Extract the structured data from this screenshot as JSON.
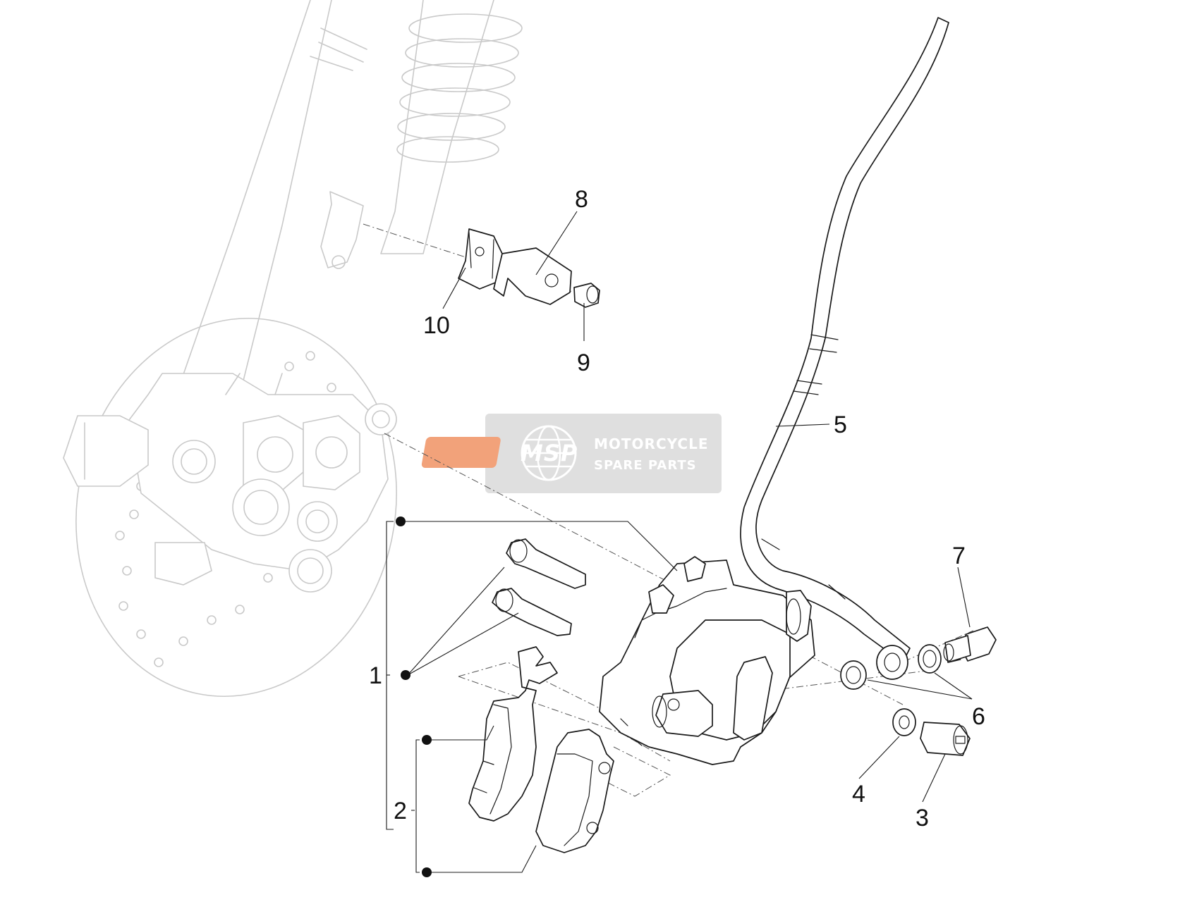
{
  "diagram": {
    "callouts": [
      {
        "id": "1",
        "label": "1"
      },
      {
        "id": "2",
        "label": "2"
      },
      {
        "id": "3",
        "label": "3"
      },
      {
        "id": "4",
        "label": "4"
      },
      {
        "id": "5",
        "label": "5"
      },
      {
        "id": "6",
        "label": "6"
      },
      {
        "id": "7",
        "label": "7"
      },
      {
        "id": "8",
        "label": "8"
      },
      {
        "id": "9",
        "label": "9"
      },
      {
        "id": "10",
        "label": "10"
      }
    ]
  },
  "watermark": {
    "logo_text": "MSP",
    "line1": "MOTORCYCLE",
    "line2": "SPARE PARTS",
    "colors": {
      "logo": "#f2a27a",
      "text": "#ffffff",
      "box": "#d3d3d3"
    }
  },
  "colors": {
    "lines": "#1a1a1a",
    "ghost": "#c9c9c9",
    "background": "#ffffff"
  }
}
